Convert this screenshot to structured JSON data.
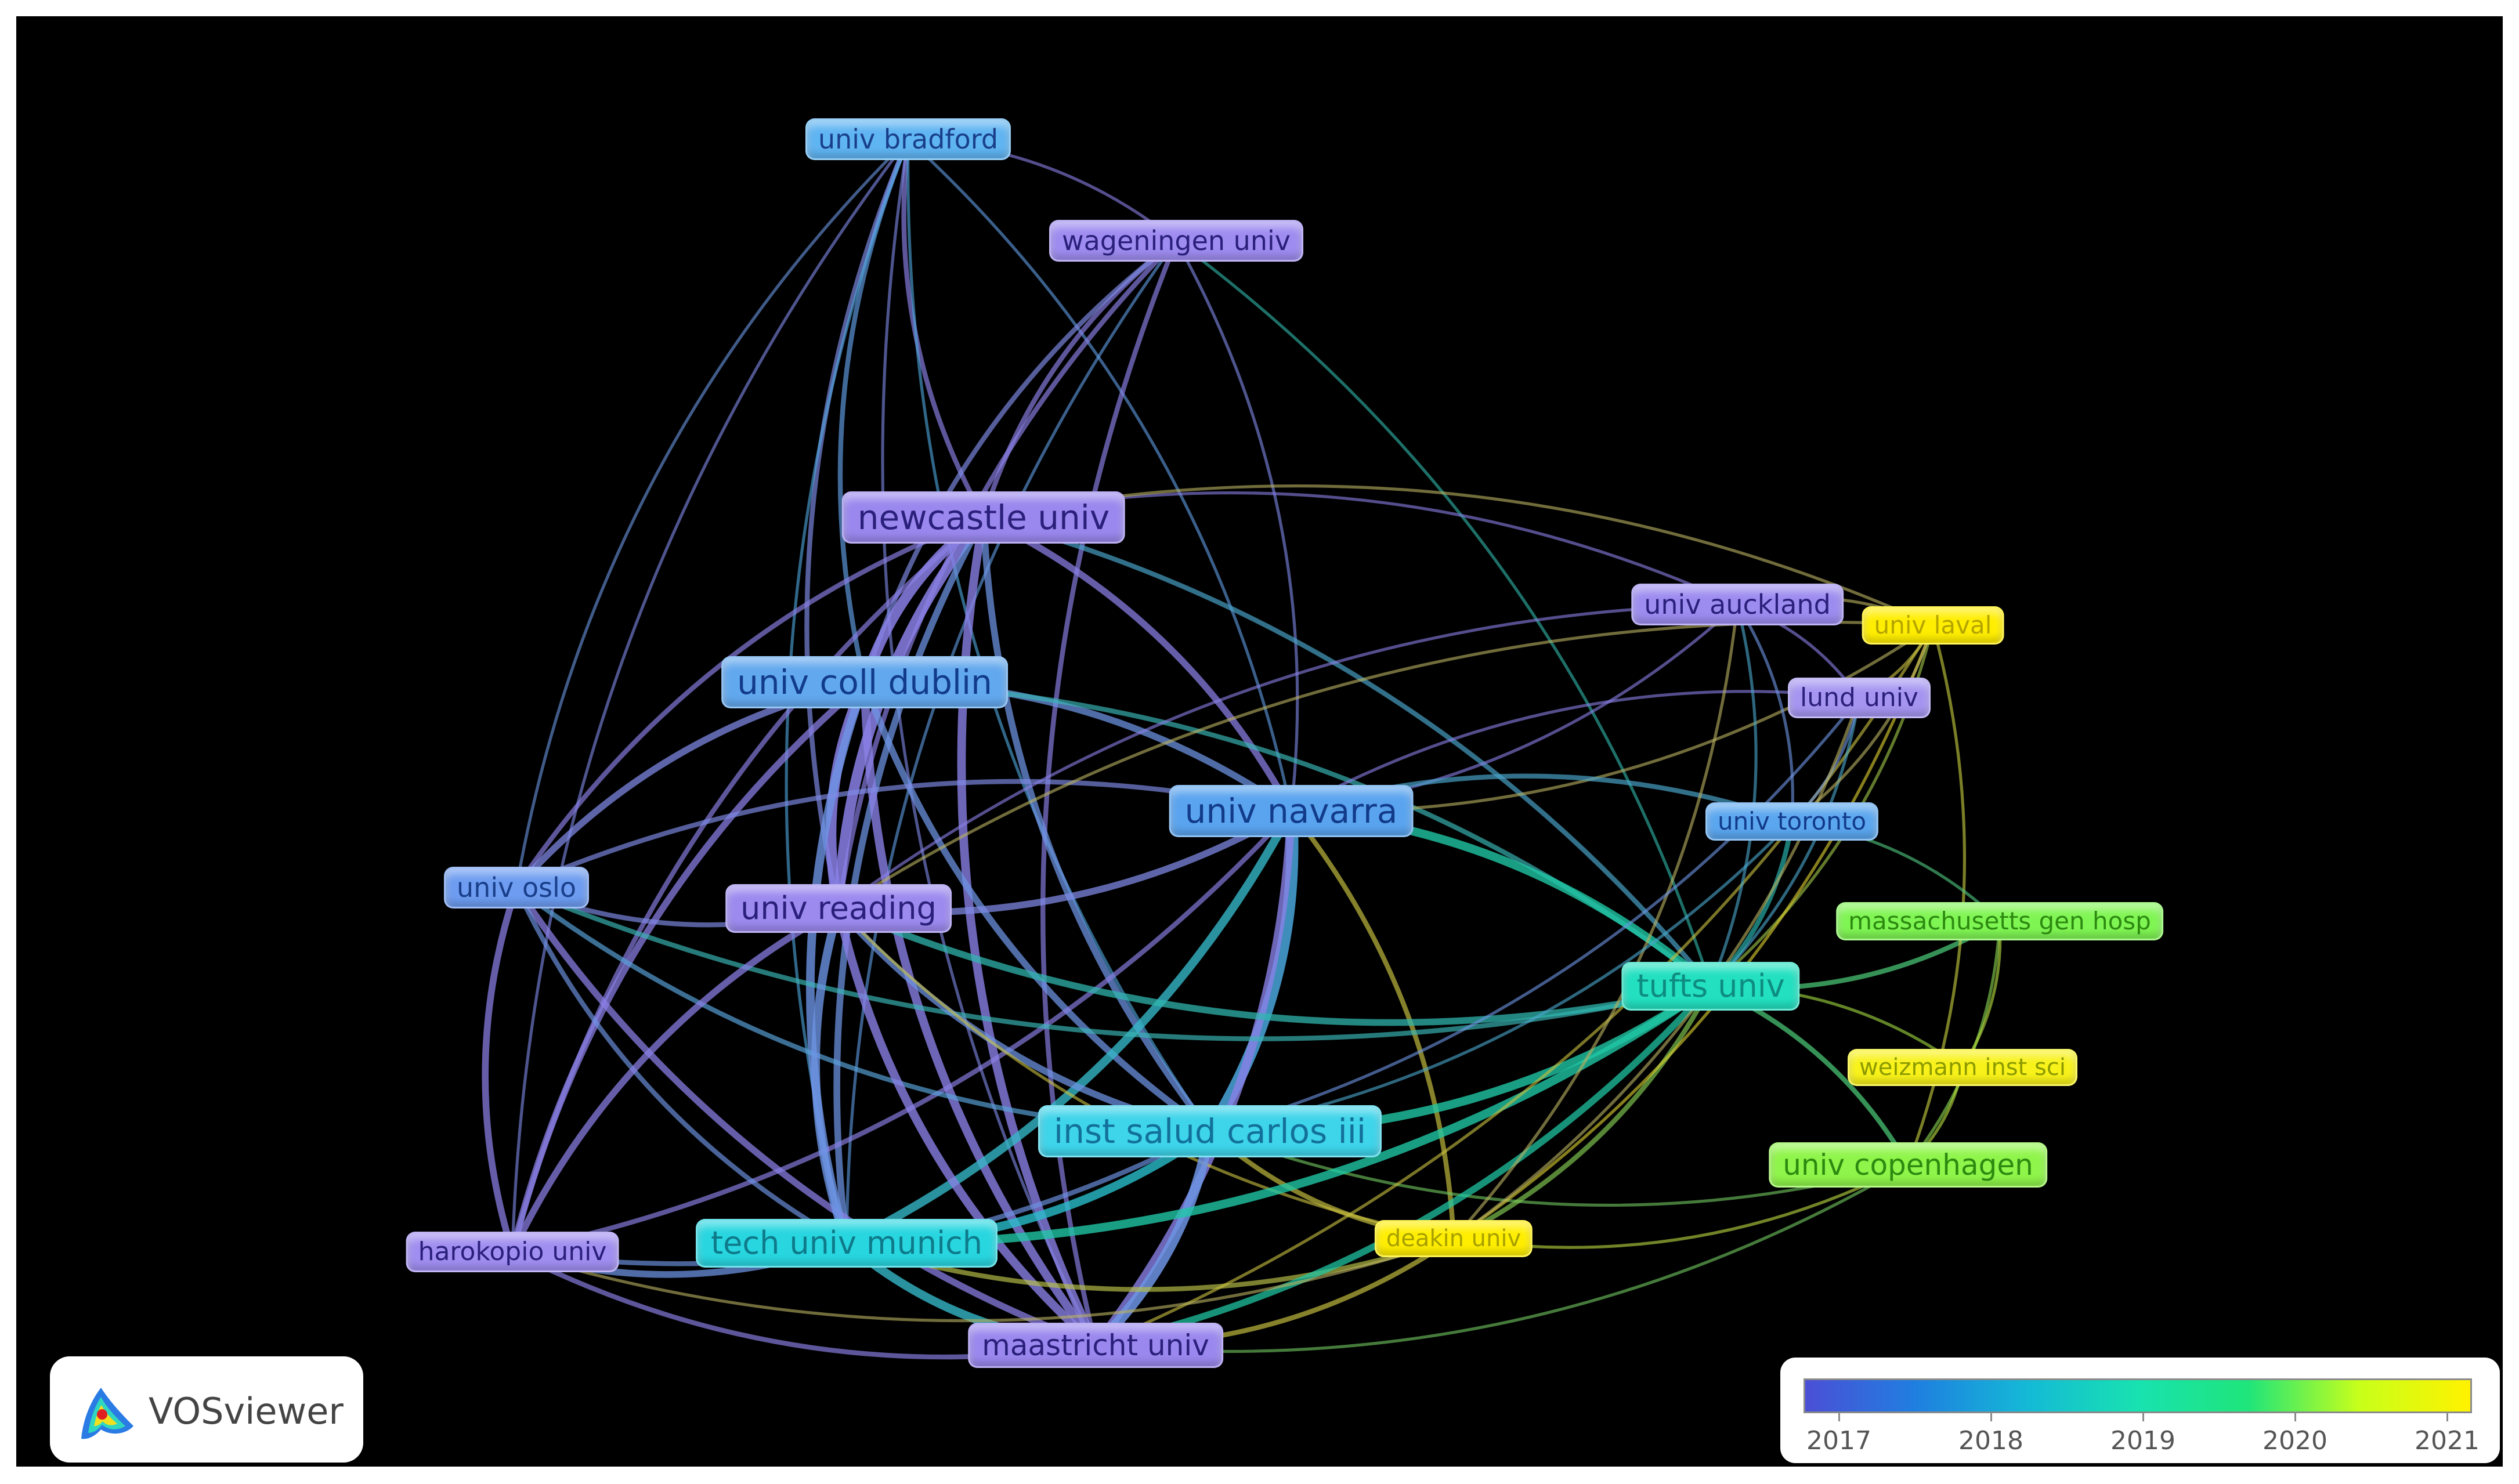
{
  "app": "VOSviewer",
  "legend": {
    "years": [
      "2017",
      "2018",
      "2019",
      "2020",
      "2021"
    ],
    "gradient": [
      "#4b4fd6",
      "#1f7fe0",
      "#14b9d6",
      "#18e2b0",
      "#1fe57a",
      "#c8ff1a",
      "#fff200"
    ]
  },
  "nodes": [
    {
      "id": "bradford",
      "label": "univ bradford",
      "color": "#5fb4f2"
    },
    {
      "id": "wageningen",
      "label": "wageningen univ",
      "color": "#9e8cf0"
    },
    {
      "id": "newcastle",
      "label": "newcastle univ",
      "color": "#9a88ee"
    },
    {
      "id": "dublin",
      "label": "univ coll dublin",
      "color": "#62a8ee"
    },
    {
      "id": "navarra",
      "label": "univ navarra",
      "color": "#5aa4ef"
    },
    {
      "id": "oslo",
      "label": "univ oslo",
      "color": "#6d9cf0"
    },
    {
      "id": "reading",
      "label": "univ reading",
      "color": "#9c8aef"
    },
    {
      "id": "auckland",
      "label": "univ auckland",
      "color": "#9d8cf0"
    },
    {
      "id": "laval",
      "label": "univ laval",
      "color": "#ffee00"
    },
    {
      "id": "lund",
      "label": "lund univ",
      "color": "#a595f1"
    },
    {
      "id": "toronto",
      "label": "univ toronto",
      "color": "#5aa6ef"
    },
    {
      "id": "mgh",
      "label": "massachusetts gen hosp",
      "color": "#7ff553"
    },
    {
      "id": "tufts",
      "label": "tufts univ",
      "color": "#22e0c0"
    },
    {
      "id": "weizmann",
      "label": "weizmann inst sci",
      "color": "#f8f21a"
    },
    {
      "id": "carlos",
      "label": "inst salud carlos iii",
      "color": "#3ed4ea"
    },
    {
      "id": "copenhagen",
      "label": "univ copenhagen",
      "color": "#8ff54a"
    },
    {
      "id": "harokopio",
      "label": "harokopio univ",
      "color": "#a08ef0"
    },
    {
      "id": "munich",
      "label": "tech univ munich",
      "color": "#28d6e0"
    },
    {
      "id": "deakin",
      "label": "deakin univ",
      "color": "#ffee00"
    },
    {
      "id": "maastricht",
      "label": "maastricht univ",
      "color": "#9a88ee"
    }
  ],
  "links": [
    {
      "s": "bradford",
      "t": "newcastle",
      "w": 2,
      "c": "#8a80e6"
    },
    {
      "s": "bradford",
      "t": "dublin",
      "w": 2,
      "c": "#5f9ce2"
    },
    {
      "s": "bradford",
      "t": "reading",
      "w": 2,
      "c": "#7f8ae6"
    },
    {
      "s": "bradford",
      "t": "oslo",
      "w": 1,
      "c": "#6b95e0"
    },
    {
      "s": "bradford",
      "t": "harokopio",
      "w": 1,
      "c": "#7f8ae6"
    },
    {
      "s": "bradford",
      "t": "munich",
      "w": 1,
      "c": "#4fa6dc"
    },
    {
      "s": "bradford",
      "t": "maastricht",
      "w": 1,
      "c": "#7f8ae6"
    },
    {
      "s": "bradford",
      "t": "navarra",
      "w": 1,
      "c": "#5f9ce2"
    },
    {
      "s": "bradford",
      "t": "wageningen",
      "w": 1,
      "c": "#8a80e6"
    },
    {
      "s": "bradford",
      "t": "carlos",
      "w": 1,
      "c": "#4fa6dc"
    },
    {
      "s": "wageningen",
      "t": "newcastle",
      "w": 2,
      "c": "#8a80e6"
    },
    {
      "s": "wageningen",
      "t": "dublin",
      "w": 2,
      "c": "#7f8ae6"
    },
    {
      "s": "wageningen",
      "t": "reading",
      "w": 2,
      "c": "#8a80e6"
    },
    {
      "s": "wageningen",
      "t": "maastricht",
      "w": 2,
      "c": "#8a80e6"
    },
    {
      "s": "wageningen",
      "t": "navarra",
      "w": 1,
      "c": "#7f8ae6"
    },
    {
      "s": "wageningen",
      "t": "tufts",
      "w": 1,
      "c": "#2fb6a8"
    },
    {
      "s": "wageningen",
      "t": "munich",
      "w": 1,
      "c": "#5f9ce2"
    },
    {
      "s": "newcastle",
      "t": "dublin",
      "w": 5,
      "c": "#8a80e6"
    },
    {
      "s": "newcastle",
      "t": "reading",
      "w": 5,
      "c": "#8a80e6"
    },
    {
      "s": "newcastle",
      "t": "navarra",
      "w": 3,
      "c": "#8a80e6"
    },
    {
      "s": "newcastle",
      "t": "maastricht",
      "w": 4,
      "c": "#8a80e6"
    },
    {
      "s": "newcastle",
      "t": "munich",
      "w": 3,
      "c": "#6d94e4"
    },
    {
      "s": "newcastle",
      "t": "carlos",
      "w": 3,
      "c": "#6d94e4"
    },
    {
      "s": "newcastle",
      "t": "oslo",
      "w": 2,
      "c": "#8a80e6"
    },
    {
      "s": "newcastle",
      "t": "harokopio",
      "w": 2,
      "c": "#8a80e6"
    },
    {
      "s": "newcastle",
      "t": "tufts",
      "w": 2,
      "c": "#4aa6cc"
    },
    {
      "s": "newcastle",
      "t": "auckland",
      "w": 1,
      "c": "#8a80e6"
    },
    {
      "s": "newcastle",
      "t": "laval",
      "w": 1,
      "c": "#b8b060"
    },
    {
      "s": "dublin",
      "t": "reading",
      "w": 5,
      "c": "#8a80e6"
    },
    {
      "s": "dublin",
      "t": "navarra",
      "w": 3,
      "c": "#6d94e4"
    },
    {
      "s": "dublin",
      "t": "maastricht",
      "w": 4,
      "c": "#8a80e6"
    },
    {
      "s": "dublin",
      "t": "munich",
      "w": 4,
      "c": "#6d94e4"
    },
    {
      "s": "dublin",
      "t": "carlos",
      "w": 3,
      "c": "#6d94e4"
    },
    {
      "s": "dublin",
      "t": "oslo",
      "w": 3,
      "c": "#7f8ae6"
    },
    {
      "s": "dublin",
      "t": "harokopio",
      "w": 3,
      "c": "#8a80e6"
    },
    {
      "s": "dublin",
      "t": "tufts",
      "w": 2,
      "c": "#3ab6b6"
    },
    {
      "s": "navarra",
      "t": "carlos",
      "w": 6,
      "c": "#4aa6dc"
    },
    {
      "s": "navarra",
      "t": "reading",
      "w": 3,
      "c": "#7f8ae6"
    },
    {
      "s": "navarra",
      "t": "munich",
      "w": 4,
      "c": "#35b8c8"
    },
    {
      "s": "navarra",
      "t": "maastricht",
      "w": 4,
      "c": "#8a80e6"
    },
    {
      "s": "navarra",
      "t": "tufts",
      "w": 4,
      "c": "#20c8a6"
    },
    {
      "s": "navarra",
      "t": "auckland",
      "w": 1,
      "c": "#8a80e6"
    },
    {
      "s": "navarra",
      "t": "laval",
      "w": 1,
      "c": "#b8b060"
    },
    {
      "s": "navarra",
      "t": "lund",
      "w": 1,
      "c": "#8a80e6"
    },
    {
      "s": "navarra",
      "t": "toronto",
      "w": 2,
      "c": "#4aa6cc"
    },
    {
      "s": "navarra",
      "t": "deakin",
      "w": 2,
      "c": "#c8c040"
    },
    {
      "s": "navarra",
      "t": "oslo",
      "w": 2,
      "c": "#7f8ae6"
    },
    {
      "s": "navarra",
      "t": "harokopio",
      "w": 2,
      "c": "#8a80e6"
    },
    {
      "s": "oslo",
      "t": "reading",
      "w": 2,
      "c": "#7f8ae6"
    },
    {
      "s": "oslo",
      "t": "harokopio",
      "w": 3,
      "c": "#8a80e6"
    },
    {
      "s": "oslo",
      "t": "maastricht",
      "w": 3,
      "c": "#8a80e6"
    },
    {
      "s": "oslo",
      "t": "munich",
      "w": 2,
      "c": "#6d94e4"
    },
    {
      "s": "oslo",
      "t": "carlos",
      "w": 2,
      "c": "#5aa4dc"
    },
    {
      "s": "oslo",
      "t": "tufts",
      "w": 2,
      "c": "#3ab6b6"
    },
    {
      "s": "reading",
      "t": "munich",
      "w": 4,
      "c": "#6d94e4"
    },
    {
      "s": "reading",
      "t": "maastricht",
      "w": 4,
      "c": "#8a80e6"
    },
    {
      "s": "reading",
      "t": "carlos",
      "w": 3,
      "c": "#6d94e4"
    },
    {
      "s": "reading",
      "t": "harokopio",
      "w": 3,
      "c": "#8a80e6"
    },
    {
      "s": "reading",
      "t": "tufts",
      "w": 3,
      "c": "#30b8b0"
    },
    {
      "s": "reading",
      "t": "deakin",
      "w": 1,
      "c": "#c8c040"
    },
    {
      "s": "carlos",
      "t": "munich",
      "w": 4,
      "c": "#28c0cc"
    },
    {
      "s": "carlos",
      "t": "maastricht",
      "w": 5,
      "c": "#6d94e4"
    },
    {
      "s": "carlos",
      "t": "tufts",
      "w": 4,
      "c": "#20c8a6"
    },
    {
      "s": "carlos",
      "t": "harokopio",
      "w": 2,
      "c": "#6d94e4"
    },
    {
      "s": "carlos",
      "t": "deakin",
      "w": 2,
      "c": "#c8c040"
    },
    {
      "s": "carlos",
      "t": "copenhagen",
      "w": 1,
      "c": "#70c860"
    },
    {
      "s": "munich",
      "t": "maastricht",
      "w": 4,
      "c": "#35b8c8"
    },
    {
      "s": "munich",
      "t": "tufts",
      "w": 4,
      "c": "#20c8a6"
    },
    {
      "s": "munich",
      "t": "harokopio",
      "w": 3,
      "c": "#6d94e4"
    },
    {
      "s": "munich",
      "t": "deakin",
      "w": 2,
      "c": "#b8c048"
    },
    {
      "s": "maastricht",
      "t": "tufts",
      "w": 3,
      "c": "#20c8a6"
    },
    {
      "s": "maastricht",
      "t": "harokopio",
      "w": 2,
      "c": "#8a80e6"
    },
    {
      "s": "maastricht",
      "t": "deakin",
      "w": 2,
      "c": "#c8c040"
    },
    {
      "s": "maastricht",
      "t": "copenhagen",
      "w": 1,
      "c": "#70c860"
    },
    {
      "s": "maastricht",
      "t": "laval",
      "w": 1,
      "c": "#c8c040"
    },
    {
      "s": "tufts",
      "t": "mgh",
      "w": 2,
      "c": "#50d880"
    },
    {
      "s": "tufts",
      "t": "weizmann",
      "w": 1,
      "c": "#a0d840"
    },
    {
      "s": "tufts",
      "t": "copenhagen",
      "w": 2,
      "c": "#50d880"
    },
    {
      "s": "tufts",
      "t": "toronto",
      "w": 2,
      "c": "#28b4b0"
    },
    {
      "s": "tufts",
      "t": "lund",
      "w": 1,
      "c": "#4aa6cc"
    },
    {
      "s": "tufts",
      "t": "laval",
      "w": 1,
      "c": "#a0c848"
    },
    {
      "s": "tufts",
      "t": "auckland",
      "w": 1,
      "c": "#4aa6cc"
    },
    {
      "s": "tufts",
      "t": "deakin",
      "w": 2,
      "c": "#80c850"
    },
    {
      "s": "auckland",
      "t": "laval",
      "w": 1,
      "c": "#b8b060"
    },
    {
      "s": "auckland",
      "t": "lund",
      "w": 1,
      "c": "#8a80e6"
    },
    {
      "s": "auckland",
      "t": "toronto",
      "w": 1,
      "c": "#6d94e4"
    },
    {
      "s": "auckland",
      "t": "deakin",
      "w": 1,
      "c": "#b8b060"
    },
    {
      "s": "auckland",
      "t": "reading",
      "w": 1,
      "c": "#8a80e6"
    },
    {
      "s": "laval",
      "t": "lund",
      "w": 1,
      "c": "#c8c040"
    },
    {
      "s": "laval",
      "t": "deakin",
      "w": 1,
      "c": "#dcd030"
    },
    {
      "s": "laval",
      "t": "toronto",
      "w": 1,
      "c": "#b8b060"
    },
    {
      "s": "laval",
      "t": "reading",
      "w": 1,
      "c": "#b8b060"
    },
    {
      "s": "laval",
      "t": "copenhagen",
      "w": 1,
      "c": "#c8d040"
    },
    {
      "s": "lund",
      "t": "toronto",
      "w": 1,
      "c": "#6d94e4"
    },
    {
      "s": "lund",
      "t": "deakin",
      "w": 1,
      "c": "#b8b060"
    },
    {
      "s": "lund",
      "t": "carlos",
      "w": 1,
      "c": "#6d94e4"
    },
    {
      "s": "toronto",
      "t": "mgh",
      "w": 1,
      "c": "#50c880"
    },
    {
      "s": "toronto",
      "t": "carlos",
      "w": 1,
      "c": "#4aa6cc"
    },
    {
      "s": "mgh",
      "t": "copenhagen",
      "w": 1,
      "c": "#8ad850"
    },
    {
      "s": "mgh",
      "t": "weizmann",
      "w": 1,
      "c": "#b8e040"
    },
    {
      "s": "weizmann",
      "t": "copenhagen",
      "w": 1,
      "c": "#b8e040"
    },
    {
      "s": "deakin",
      "t": "copenhagen",
      "w": 1,
      "c": "#b8d840"
    },
    {
      "s": "harokopio",
      "t": "deakin",
      "w": 1,
      "c": "#b8b060"
    }
  ]
}
